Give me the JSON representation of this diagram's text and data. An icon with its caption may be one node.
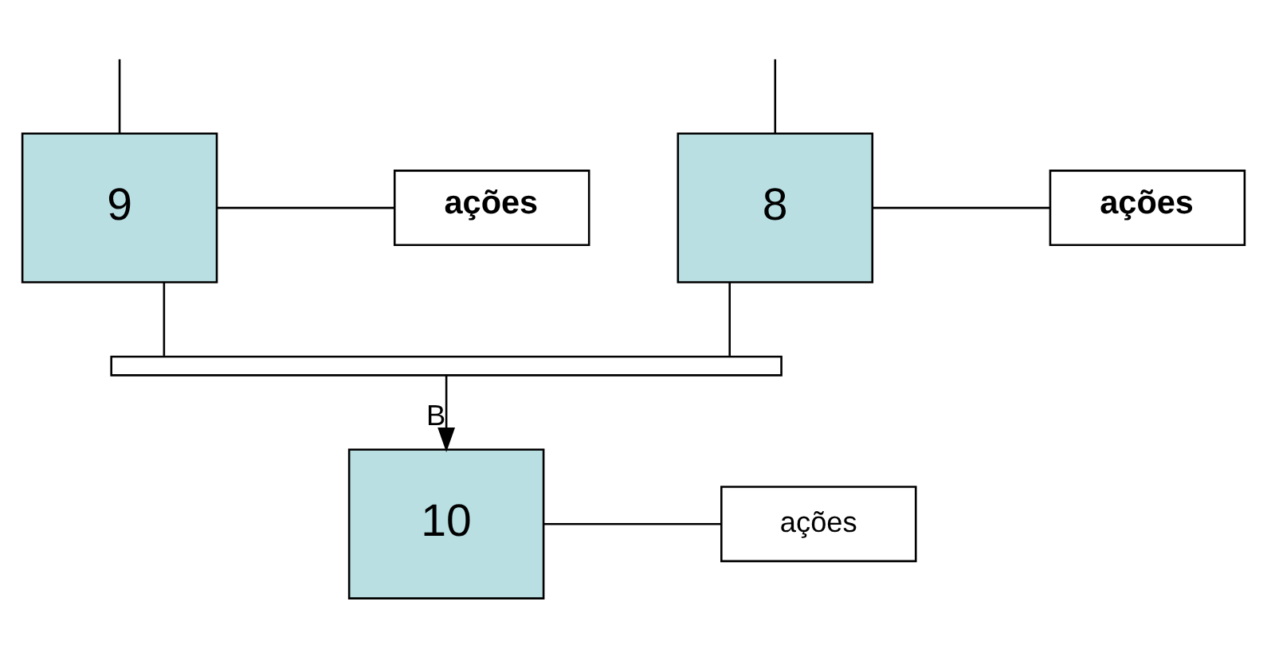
{
  "diagram": {
    "nodes": [
      {
        "text": [
          "8"
        ]
      },
      {
        "text": [
          "ações"
        ]
      },
      {
        "text": [
          "9"
        ]
      },
      {
        "text": [
          "ações"
        ]
      },
      {
        "text": [],
        "shape": "bar"
      },
      {
        "text": [
          "10"
        ]
      },
      {
        "text": [
          "ações"
        ]
      }
    ],
    "edges": [
      {
        "from": null,
        "to": 0,
        "arrow": "none"
      },
      {
        "from": null,
        "to": 2,
        "arrow": "none"
      },
      {
        "from": 0,
        "to": 1,
        "arrow": "none"
      },
      {
        "from": 2,
        "to": 3,
        "arrow": "none"
      },
      {
        "from": 0,
        "to": 4,
        "arrow": "none"
      },
      {
        "from": 2,
        "to": 4,
        "arrow": "none"
      },
      {
        "from": 4,
        "to": 5,
        "arrow": "to",
        "label": "B"
      },
      {
        "from": 5,
        "to": 6,
        "arrow": "none"
      }
    ]
  }
}
